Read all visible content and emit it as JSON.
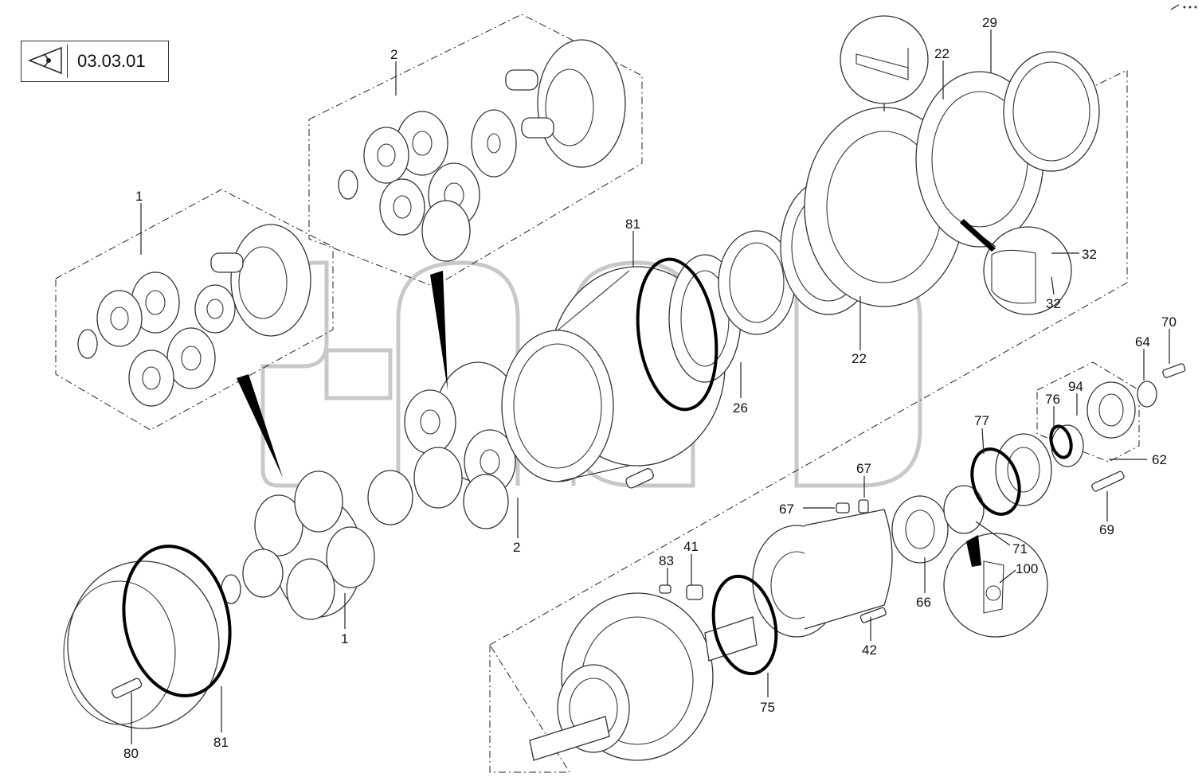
{
  "reference": {
    "code": "03.03.01",
    "icon": "view-direction-icon"
  },
  "watermark": {
    "text": "TM"
  },
  "callouts": [
    {
      "id": "c1a",
      "label": "1"
    },
    {
      "id": "c2a",
      "label": "2"
    },
    {
      "id": "c29",
      "label": "29"
    },
    {
      "id": "c22a",
      "label": "22"
    },
    {
      "id": "c81a",
      "label": "81"
    },
    {
      "id": "c32a",
      "label": "32"
    },
    {
      "id": "c32b",
      "label": "32"
    },
    {
      "id": "c22b",
      "label": "22"
    },
    {
      "id": "c26",
      "label": "26"
    },
    {
      "id": "c70",
      "label": "70"
    },
    {
      "id": "c64",
      "label": "64"
    },
    {
      "id": "c94",
      "label": "94"
    },
    {
      "id": "c76",
      "label": "76"
    },
    {
      "id": "c77",
      "label": "77"
    },
    {
      "id": "c62",
      "label": "62"
    },
    {
      "id": "c67a",
      "label": "67"
    },
    {
      "id": "c67b",
      "label": "67"
    },
    {
      "id": "c2b",
      "label": "2"
    },
    {
      "id": "c69",
      "label": "69"
    },
    {
      "id": "c71",
      "label": "71"
    },
    {
      "id": "c41",
      "label": "41"
    },
    {
      "id": "c83",
      "label": "83"
    },
    {
      "id": "c100",
      "label": "100"
    },
    {
      "id": "c66",
      "label": "66"
    },
    {
      "id": "c1b",
      "label": "1"
    },
    {
      "id": "c42",
      "label": "42"
    },
    {
      "id": "c75",
      "label": "75"
    },
    {
      "id": "c80",
      "label": "80"
    },
    {
      "id": "c81b",
      "label": "81"
    }
  ]
}
